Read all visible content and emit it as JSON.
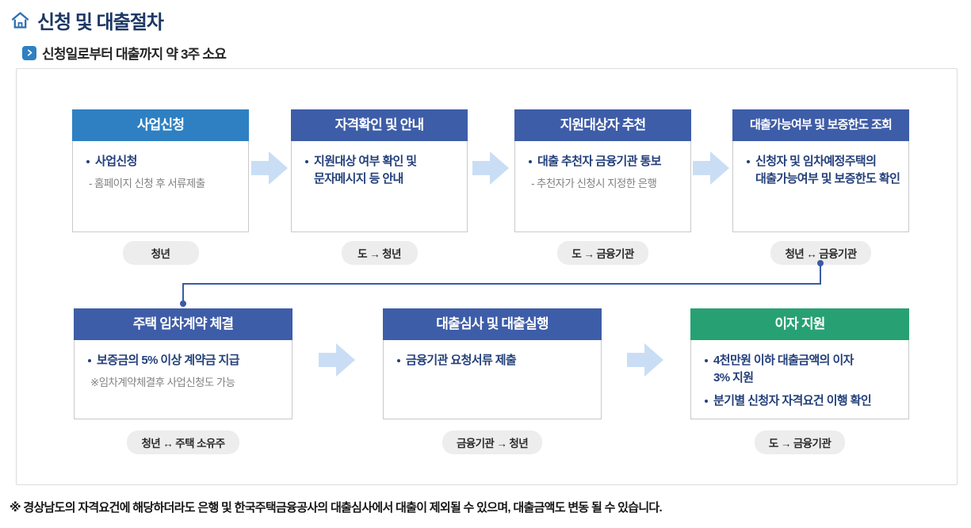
{
  "page": {
    "title": "신청 및 대출절차",
    "subtitle": "신청일로부터 대출까지 약 3주 소요",
    "footnote": "※ 경상남도의 자격요건에 해당하더라도 은행 및 한국주택금융공사의 대출심사에서 대출이 제외될 수 있으며, 대출금액도 변동 될 수 있습니다."
  },
  "colors": {
    "title-navy": "#1c3764",
    "icon-blue": "#2d6fb5",
    "subtitle-dark": "#252525",
    "sky-blue": "#2e80c2",
    "step-navy": "#3e5da8",
    "green": "#27a173",
    "arrow-blue": "#c9def5",
    "pill-bg": "#ededed",
    "pill-text": "#2b2b2b",
    "body-navy": "#24407a",
    "sub-gray": "#828282",
    "connector": "#3a5ba6",
    "border-gray": "#c9c9c9",
    "board-border": "#dcdcdc",
    "footnote-dark": "#161616"
  },
  "steps_row1": [
    {
      "title": "사업신청",
      "lines": [
        {
          "text": "사업신청"
        },
        {
          "text": "- 홈페이지 신청 후 서류제출"
        }
      ],
      "actor": "청년"
    },
    {
      "title": "자격확인 및 안내",
      "lines": [
        {
          "text": "지원대상 여부 확인 및\n문자메시지 등 안내"
        }
      ],
      "actor": "도 → 청년"
    },
    {
      "title": "지원대상자 추천",
      "lines": [
        {
          "text": "대출 추천자 금융기관 통보"
        },
        {
          "text": "- 추천자가 신청시 지정한 은행"
        }
      ],
      "actor": "도 → 금융기관"
    },
    {
      "title": "대출가능여부 및 보증한도 조회",
      "lines": [
        {
          "text": "신청자 및 임차예정주택의\n대출가능여부 및 보증한도 확인"
        }
      ],
      "actor": "청년 ↔ 금융기관"
    }
  ],
  "steps_row2": [
    {
      "title": "주택 임차계약 체결",
      "lines": [
        {
          "text": "보증금의 5% 이상 계약금 지급"
        },
        {
          "text": "※임차계약체결후 사업신청도 가능"
        }
      ],
      "actor": "청년 ↔ 주택 소유주"
    },
    {
      "title": "대출심사 및 대출실행",
      "lines": [
        {
          "text": "금융기관 요청서류 제출"
        }
      ],
      "actor": "금융기관 → 청년"
    },
    {
      "title": "이자 지원",
      "lines": [
        {
          "text": "4천만원 이하 대출금액의 이자\n3% 지원"
        },
        {
          "text": "분기별 신청자 자격요건 이행 확인"
        }
      ],
      "actor": "도 → 금융기관"
    }
  ]
}
